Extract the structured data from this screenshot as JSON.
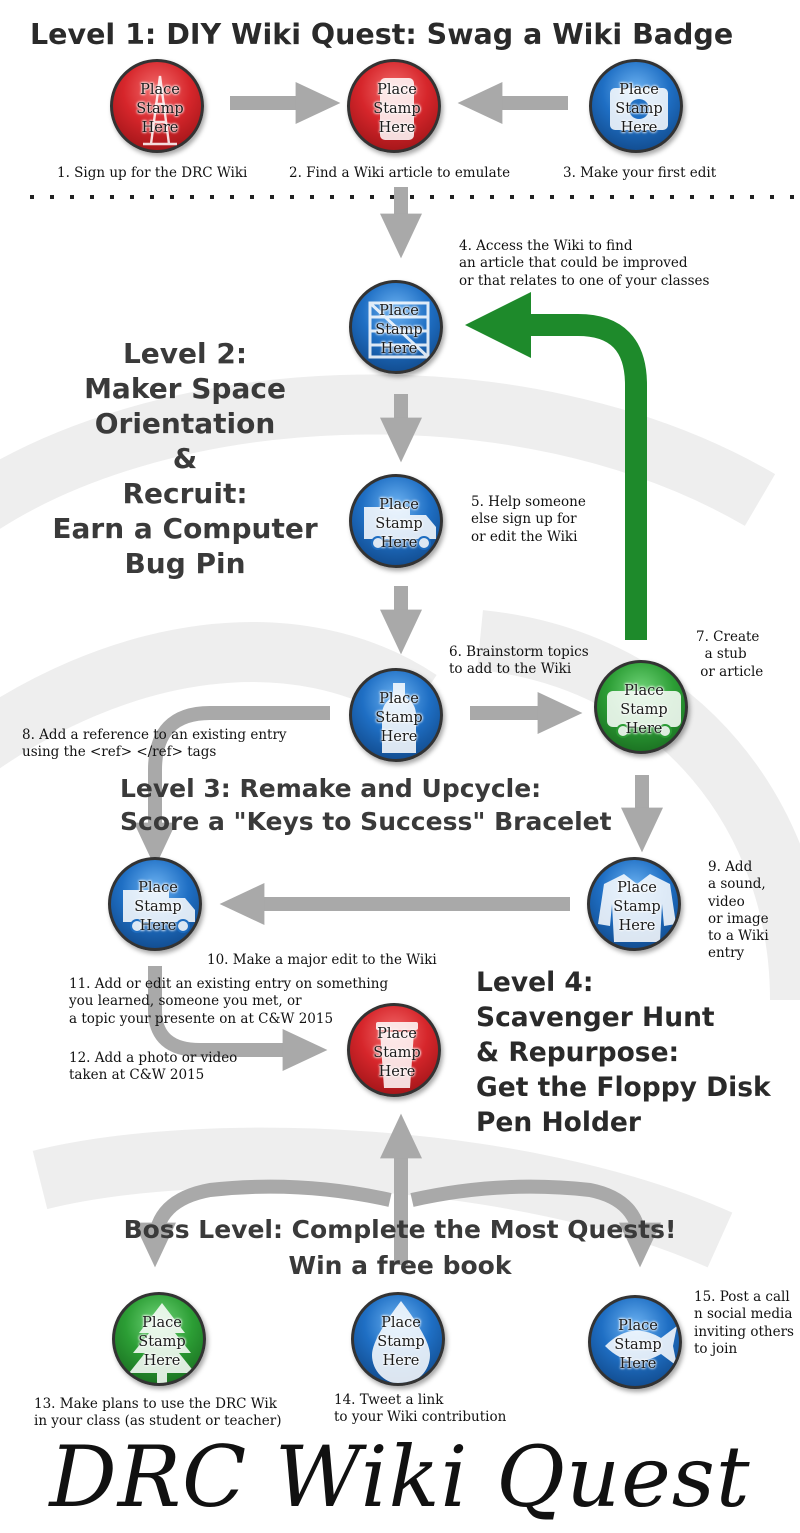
{
  "headings": {
    "level1": "Level 1: DIY Wiki Quest: Swag a Wiki Badge",
    "level2_lines": [
      "Level 2:",
      "Maker Space",
      "Orientation",
      "&",
      "Recruit:",
      "Earn a Computer",
      "Bug Pin"
    ],
    "level3_lines": [
      "Level 3: Remake and Upcycle:",
      "Score a \"Keys to Success\" Bracelet"
    ],
    "level4_lines": [
      "Level 4:",
      "Scavenger Hunt",
      "& Repurpose:",
      "Get the Floppy Disk",
      "Pen Holder"
    ],
    "boss_lines": [
      "Boss Level: Complete the Most Quests!",
      "Win a free book"
    ]
  },
  "stamp_label": "Place\nStamp\nHere",
  "steps": {
    "s1": "1. Sign up for the DRC Wiki",
    "s2": "2. Find a Wiki article to emulate",
    "s3": "3. Make your first edit",
    "s4": "4. Access the Wiki to find\nan article that could be improved\nor that relates to one of your classes",
    "s5": "5. Help someone\nelse sign up for\nor edit the Wiki",
    "s6": "6. Brainstorm topics\nto add to the Wiki",
    "s7": "7. Create\n  a stub\n or article",
    "s8": "8. Add a reference to an existing entry\nusing the <ref> </ref> tags",
    "s9": "9. Add\na sound,\nvideo\nor image\nto a Wiki\nentry",
    "s10": "10. Make a major edit to the Wiki",
    "s11": "11. Add or edit an existing entry on something\nyou learned, someone you met, or\na topic your presente on at C&W 2015",
    "s12": "12. Add a photo or video\ntaken at C&W 2015",
    "s13": "13. Make plans to use the DRC Wik\nin your class (as student or teacher)",
    "s14": "14. Tweet a link\nto your Wiki contribution",
    "s15": "15. Post a call\nn social media\ninviting others\nto join"
  },
  "stamps": [
    {
      "id": "stamp-1",
      "color": "red",
      "icon": "tower-icon"
    },
    {
      "id": "stamp-2",
      "color": "red",
      "icon": "can-icon"
    },
    {
      "id": "stamp-3",
      "color": "blue",
      "icon": "camera-icon"
    },
    {
      "id": "stamp-4",
      "color": "blue",
      "icon": "crate-icon"
    },
    {
      "id": "stamp-5",
      "color": "blue",
      "icon": "truck-icon"
    },
    {
      "id": "stamp-6",
      "color": "blue",
      "icon": "bottle-icon"
    },
    {
      "id": "stamp-7",
      "color": "green",
      "icon": "bus-icon"
    },
    {
      "id": "stamp-8",
      "color": "blue",
      "icon": "truck-icon"
    },
    {
      "id": "stamp-9",
      "color": "blue",
      "icon": "jacket-icon"
    },
    {
      "id": "stamp-10",
      "color": "red",
      "icon": "trash-can-icon"
    },
    {
      "id": "stamp-11",
      "color": "green",
      "icon": "tree-icon"
    },
    {
      "id": "stamp-12",
      "color": "blue",
      "icon": "water-drop-icon"
    },
    {
      "id": "stamp-13",
      "color": "blue",
      "icon": "fish-icon"
    }
  ],
  "title": "DRC Wiki Quest",
  "colors": {
    "red": "#d6262b",
    "blue": "#1f6fc4",
    "green": "#2c9e35",
    "arrow_gray": "#a9a9a9",
    "arrow_green": "#1e8a2b"
  }
}
